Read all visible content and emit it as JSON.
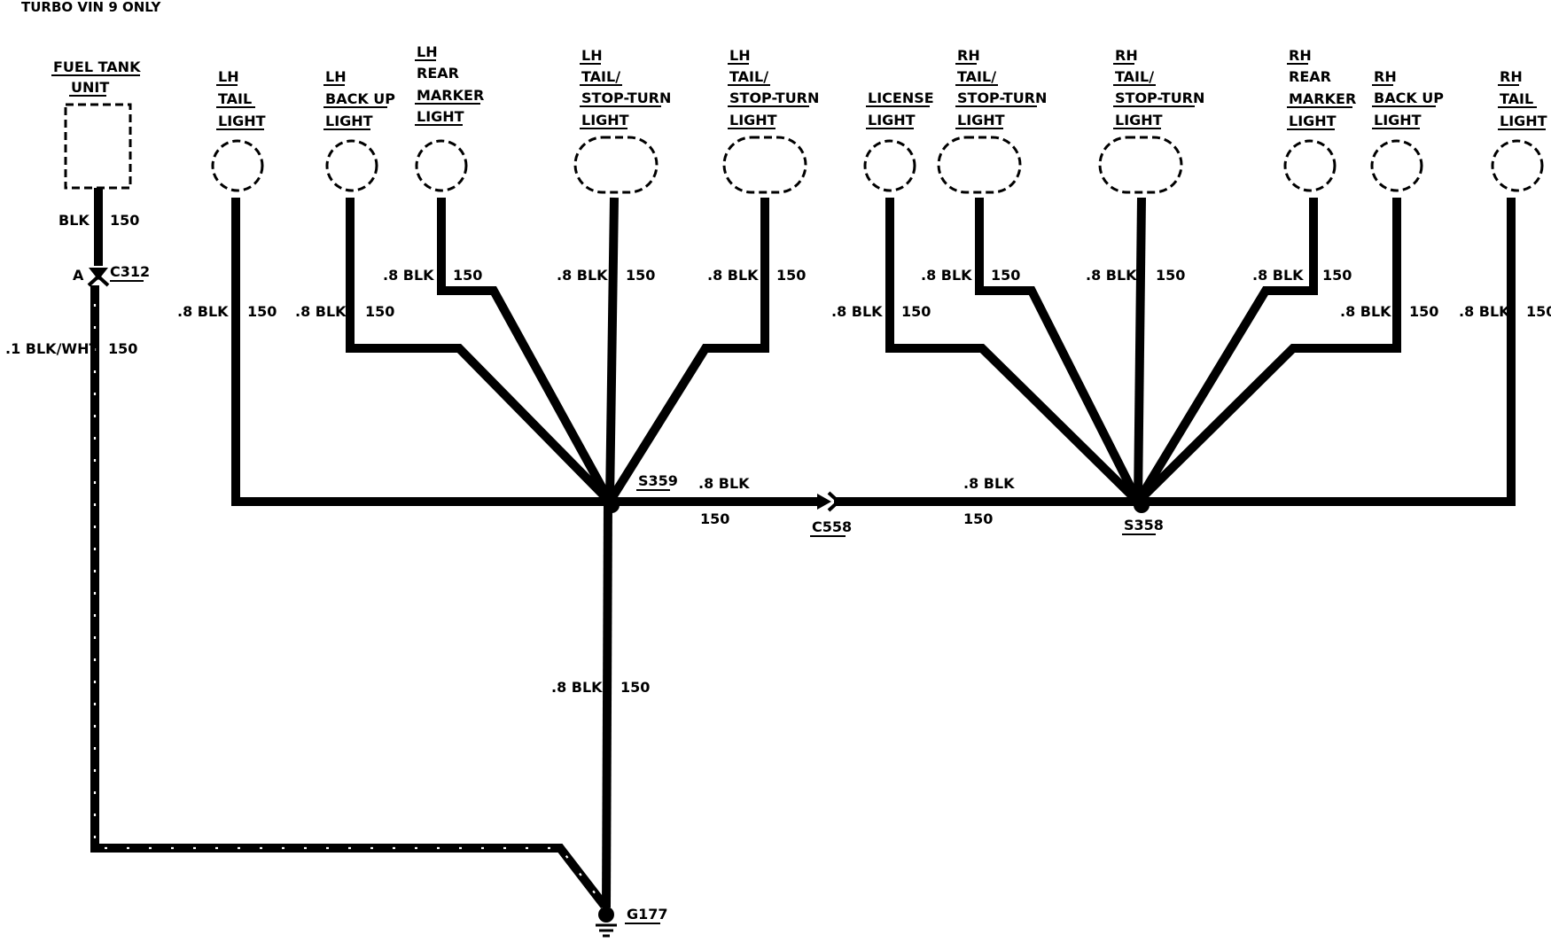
{
  "title": "TURBO VIN 9 ONLY",
  "fuel_tank": {
    "lines": [
      "FUEL TANK",
      "UNIT"
    ],
    "wire_color": "BLK",
    "circuit": "150"
  },
  "connector_c312": {
    "pin": "A",
    "id": "C312"
  },
  "fuel_wire": {
    "color": ".1 BLK/WHT",
    "circuit": "150"
  },
  "lamps": [
    {
      "lines": [
        "LH",
        "TAIL",
        "LIGHT"
      ],
      "wire_color": ".8 BLK",
      "circuit": "150"
    },
    {
      "lines": [
        "LH",
        "BACK UP",
        "LIGHT"
      ],
      "wire_color": ".8 BLK",
      "circuit": "150"
    },
    {
      "lines": [
        "LH",
        "REAR",
        "MARKER",
        "LIGHT"
      ],
      "wire_color": ".8 BLK",
      "circuit": "150"
    },
    {
      "lines": [
        "LH",
        "TAIL/",
        "STOP-TURN",
        "LIGHT"
      ],
      "wire_color": ".8 BLK",
      "circuit": "150"
    },
    {
      "lines": [
        "LH",
        "TAIL/",
        "STOP-TURN",
        "LIGHT"
      ],
      "wire_color": ".8 BLK",
      "circuit": "150"
    },
    {
      "lines": [
        "LICENSE",
        "LIGHT"
      ],
      "wire_color": ".8 BLK",
      "circuit": "150"
    },
    {
      "lines": [
        "RH",
        "TAIL/",
        "STOP-TURN",
        "LIGHT"
      ],
      "wire_color": ".8 BLK",
      "circuit": "150"
    },
    {
      "lines": [
        "RH",
        "TAIL/",
        "STOP-TURN",
        "LIGHT"
      ],
      "wire_color": ".8 BLK",
      "circuit": "150"
    },
    {
      "lines": [
        "RH",
        "REAR",
        "MARKER",
        "LIGHT"
      ],
      "wire_color": ".8 BLK",
      "circuit": "150"
    },
    {
      "lines": [
        "RH",
        "BACK UP",
        "LIGHT"
      ],
      "wire_color": ".8 BLK",
      "circuit": "150"
    },
    {
      "lines": [
        "RH",
        "TAIL",
        "LIGHT"
      ],
      "wire_color": ".8 BLK",
      "circuit": "150"
    }
  ],
  "splice_s359": {
    "id": "S359"
  },
  "splice_s358": {
    "id": "S358"
  },
  "connector_c558": {
    "id": "C558"
  },
  "bus_left": {
    "wire_color": ".8 BLK",
    "circuit": "150"
  },
  "bus_right": {
    "wire_color": ".8 BLK",
    "circuit": "150"
  },
  "ground_wire": {
    "wire_color": ".8 BLK",
    "circuit": "150"
  },
  "ground": {
    "id": "G177"
  }
}
